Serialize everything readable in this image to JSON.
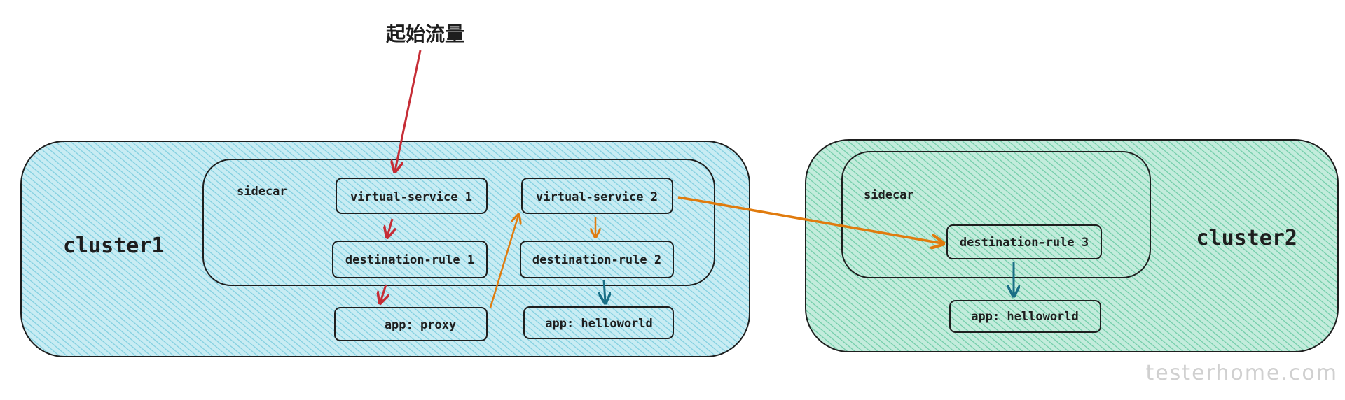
{
  "title": "起始流量",
  "cluster1": {
    "label": "cluster1",
    "sidecar_label": "sidecar",
    "virtual_service_1": "virtual-service 1",
    "destination_rule_1": "destination-rule 1",
    "virtual_service_2": "virtual-service 2",
    "destination_rule_2": "destination-rule 2",
    "app_proxy": "app: proxy",
    "app_helloworld": "app: helloworld"
  },
  "cluster2": {
    "label": "cluster2",
    "sidecar_label": "sidecar",
    "destination_rule_3": "destination-rule 3",
    "app_helloworld": "app: helloworld"
  },
  "watermark": "testerhome.com",
  "colors": {
    "cluster1_fill": "#a5dde8",
    "cluster2_fill": "#98dcc0",
    "red_arrow": "#c62d36",
    "orange_arrow": "#e07b0e",
    "teal_arrow": "#1a6f86",
    "stroke": "#1e1e1e"
  }
}
